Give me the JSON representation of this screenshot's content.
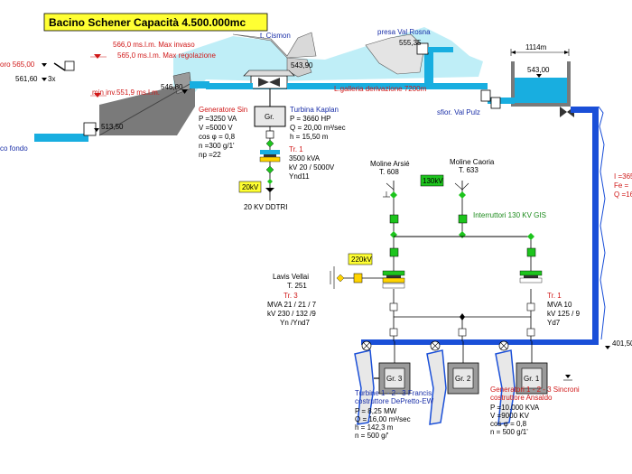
{
  "title": "Bacino Schener  Capacità  4.500.000mc",
  "colors": {
    "water": "#bfeef7",
    "pipe": "#18aee0",
    "dam": "#7a7a7a",
    "green": "#1dc41d",
    "yellow": "#ffff33",
    "breaker": "#ffd400",
    "hv": "#1a4fd8"
  },
  "reservoir": {
    "max_invaso": "566,0 ms.l.m. Max invaso",
    "max_regolazione": "565,0 ms.l.m. Max regolazione",
    "min_invaso": "min inv.551,9 ms.l.m.",
    "left_level": "oro 565,00",
    "left_elev": "561,60",
    "left_3x": "3x",
    "elev_54680": "546,80",
    "elev_51350": "513,50",
    "scarico_fondo": "co fondo"
  },
  "labels": {
    "cismon": "t. Cismon",
    "presa_val_rosna": "presa Val Rosna",
    "elev_55535": "555,35",
    "elev_54390": "543,90",
    "galleria": "L.galleria derivazione 7200m",
    "sfior": "sfior. Val Pulz",
    "length_1114": "1114m",
    "elev_54300": "543,00",
    "elev_40150": "401,50",
    "right_1": "I =365",
    "right_2": "Fe =",
    "right_3": "Q =16"
  },
  "sin": {
    "generator_title": "Generatore Sin",
    "gen_lines": [
      "P =3250 VA",
      "V =5000 V",
      "cos φ = 0,8",
      "n =300 g/1'",
      "np =22"
    ],
    "gen_box": "Gr.",
    "turbine_title": "Turbina  Kaplan",
    "turbine_lines": [
      "P  =  3660 HP",
      "Q = 20,00 m³/sec",
      "h  = 15,50 m"
    ],
    "tr_title": "Tr. 1",
    "tr_lines": [
      "3500 kVA",
      "kV   20 / 5000V",
      "Ynd11"
    ],
    "kv20": "20kV",
    "ddtri": "20 KV  DDTRI"
  },
  "hv": {
    "moline_arsie": "Moline Arsié",
    "moline_arsie_t": "T. 608",
    "moline_caoria": "Moline Caoria",
    "moline_caoria_t": "T. 633",
    "kv130": "130kV",
    "interruttori": "Interruttori 130 KV GIS",
    "kv220": "220kV",
    "lavis": "Lavis Vellai",
    "lavis_t": "T. 251",
    "tr3_title": "Tr. 3",
    "tr3_lines": [
      "MVA 21 / 21 / 7",
      "kV   230 / 132 /9",
      "Yn /Ynd7"
    ],
    "tr1_title": "Tr. 1",
    "tr1_lines": [
      "MVA    10",
      "kV    125 / 9",
      "Yd7"
    ]
  },
  "units": {
    "gr3": "Gr. 3",
    "gr2": "Gr. 2",
    "gr1": "Gr. 1",
    "turbine_title_1": "Turbine  1 - 2 - 3  Francis",
    "turbine_title_2": "costruttore DePretto-EW",
    "turbine_lines": [
      "P  =  8,25 MW",
      "Q = 16,00 m³/sec",
      "h  = 142,3 m",
      "n  = 500 g/'"
    ],
    "gen_title_1": "Generatori  1 - 2 - 3 Sincroni",
    "gen_title_2": "costruttore Ansaldo",
    "gen_lines": [
      "P =10.000 KVA",
      "V =9000 KV",
      "cos φ = 0,8",
      "n = 500 g/1'"
    ]
  }
}
